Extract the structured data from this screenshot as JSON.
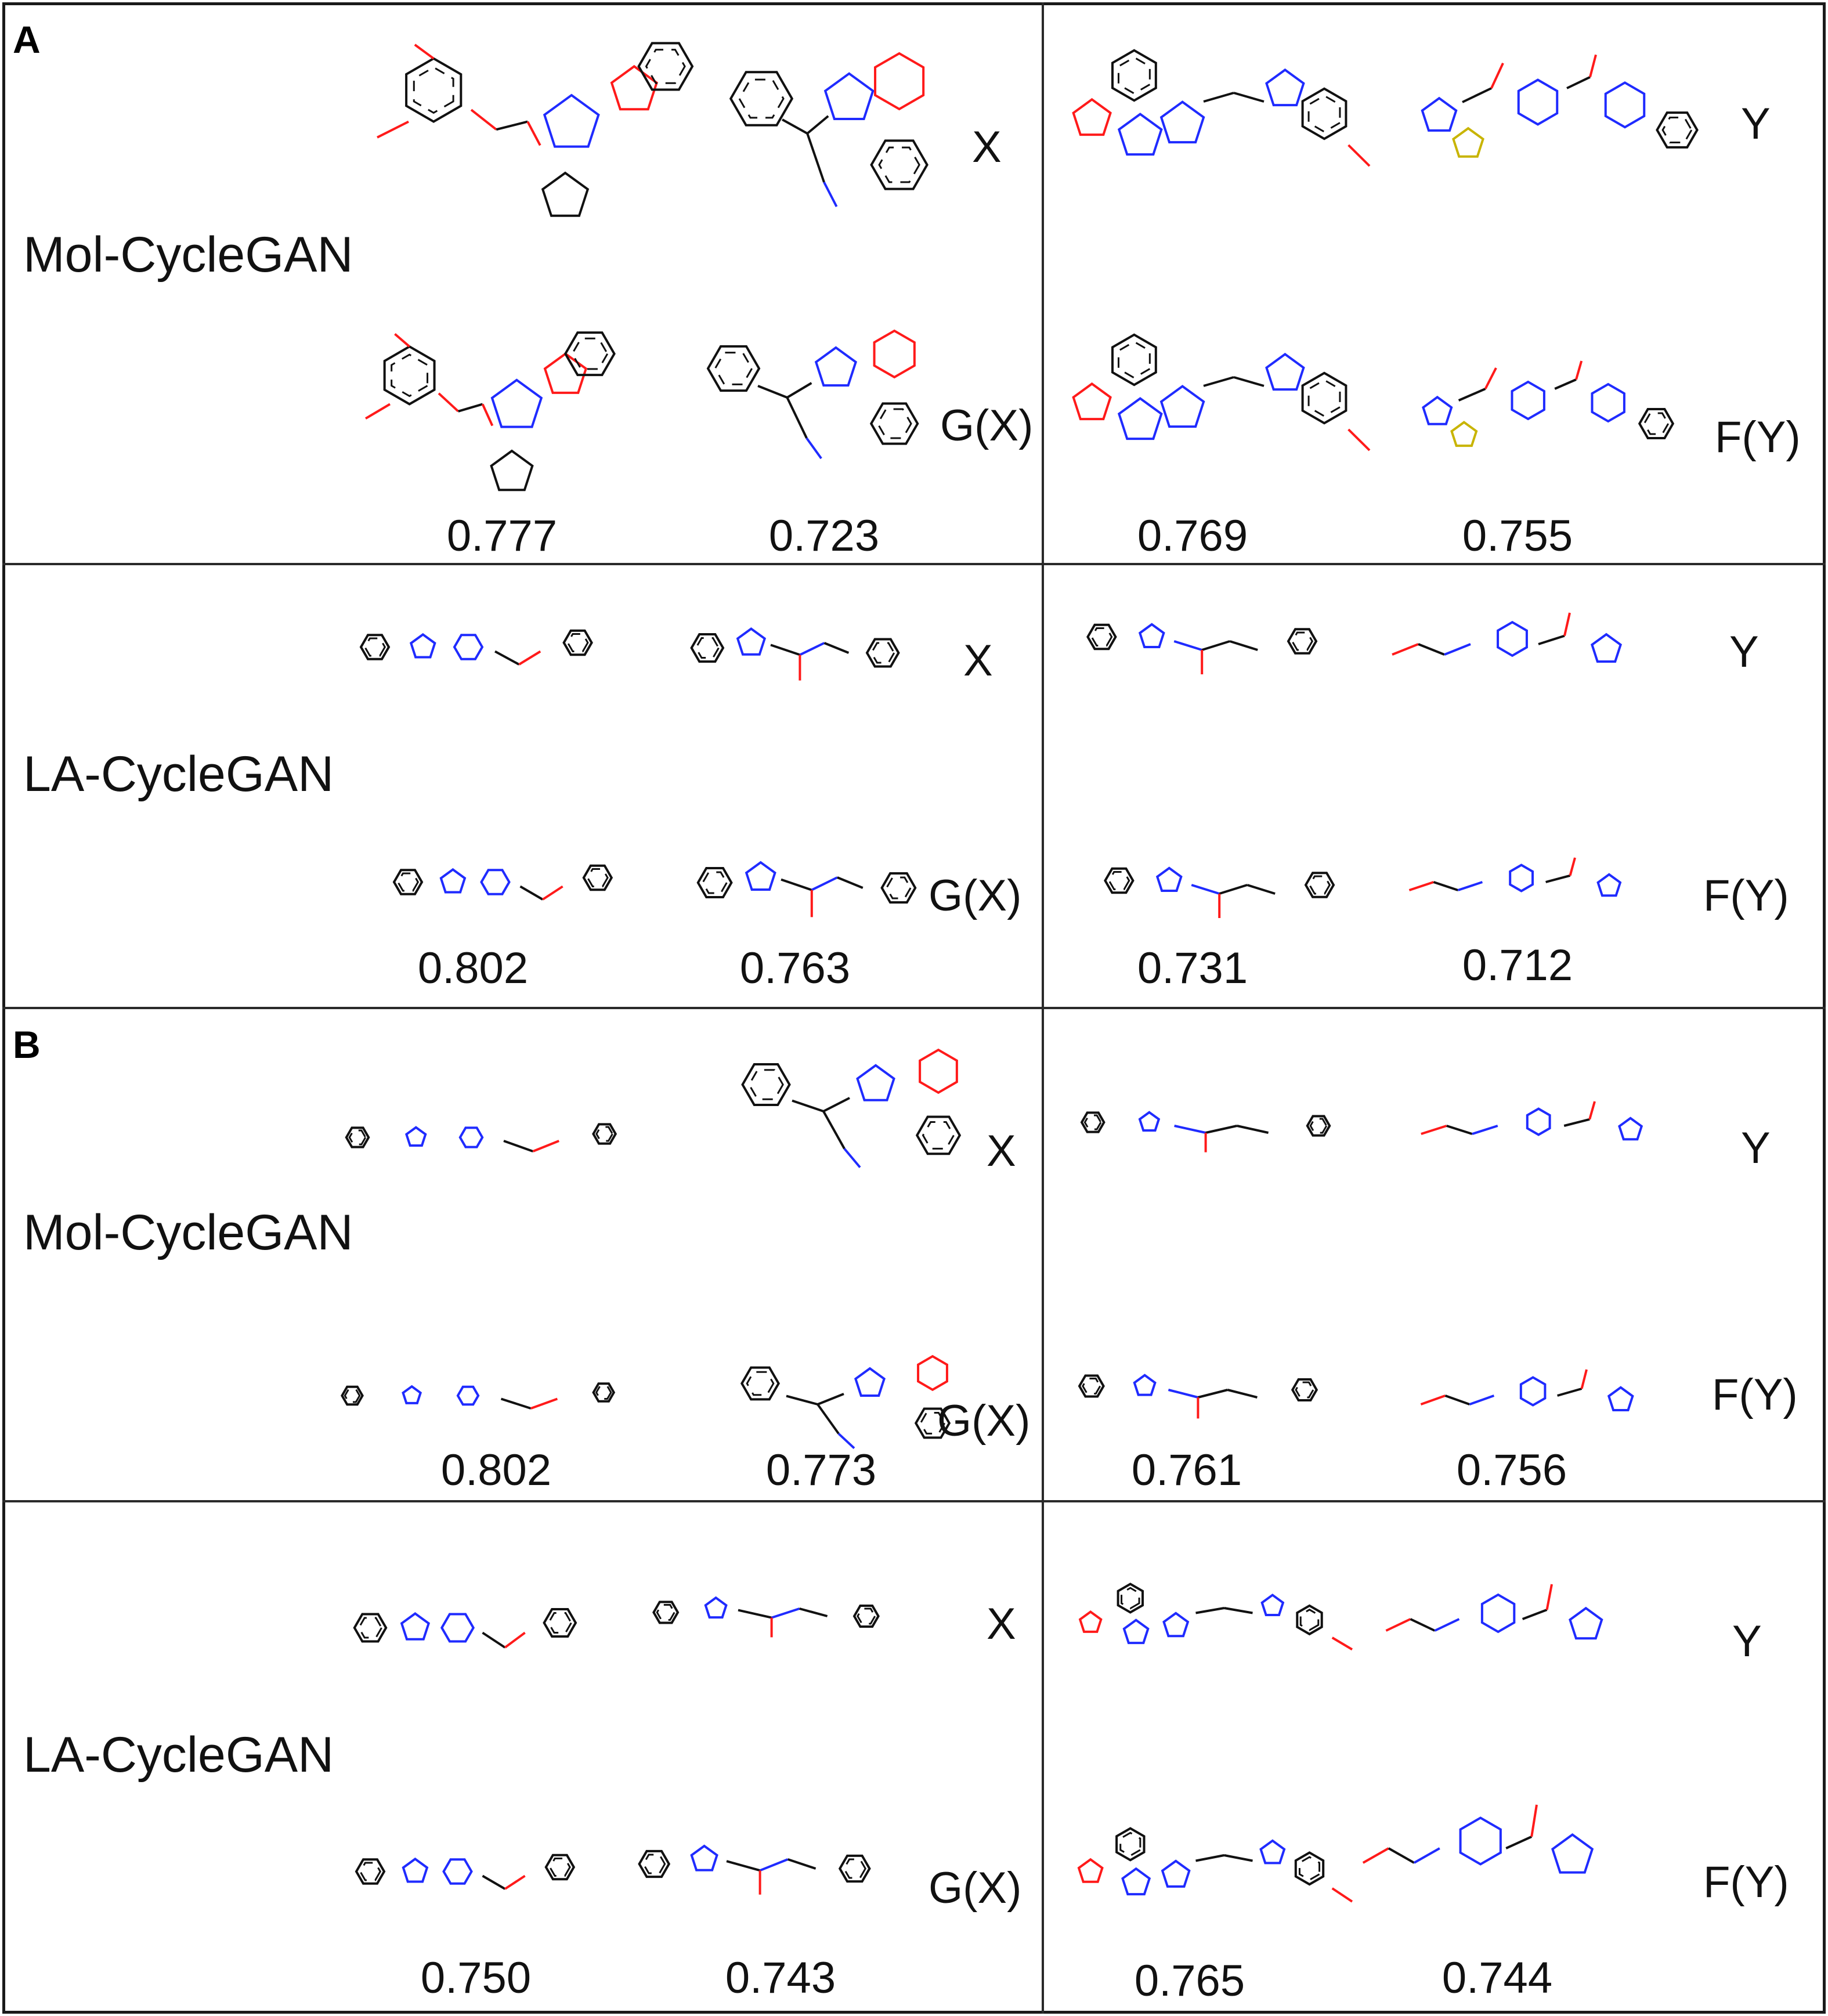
{
  "panels": [
    {
      "letter": "A",
      "rows": [
        {
          "method": "Mol-CycleGAN",
          "left": {
            "top_tag": "X",
            "bottom_tag": "G(X)",
            "scores": [
              "0.777",
              "0.723"
            ]
          },
          "right": {
            "top_tag": "Y",
            "bottom_tag": "F(Y)",
            "scores": [
              "0.769",
              "0.755"
            ]
          }
        },
        {
          "method": "LA-CycleGAN",
          "left": {
            "top_tag": "X",
            "bottom_tag": "G(X)",
            "scores": [
              "0.802",
              "0.763"
            ]
          },
          "right": {
            "top_tag": "Y",
            "bottom_tag": "F(Y)",
            "scores": [
              "0.731",
              "0.712"
            ]
          }
        }
      ]
    },
    {
      "letter": "B",
      "rows": [
        {
          "method": "Mol-CycleGAN",
          "left": {
            "top_tag": "X",
            "bottom_tag": "G(X)",
            "scores": [
              "0.802",
              "0.773"
            ]
          },
          "right": {
            "top_tag": "Y",
            "bottom_tag": "F(Y)",
            "scores": [
              "0.761",
              "0.756"
            ]
          }
        },
        {
          "method": "LA-CycleGAN",
          "left": {
            "top_tag": "X",
            "bottom_tag": "G(X)",
            "scores": [
              "0.750",
              "0.743"
            ]
          },
          "right": {
            "top_tag": "Y",
            "bottom_tag": "F(Y)",
            "scores": [
              "0.765",
              "0.744"
            ]
          }
        }
      ]
    }
  ],
  "colors": {
    "bond": "#111111",
    "nitrogen": "#1f2bff",
    "oxygen": "#ff1a1a",
    "sulfur": "#c8b400",
    "fluorine": "#18b8b0",
    "border": "#1a1a1a"
  }
}
